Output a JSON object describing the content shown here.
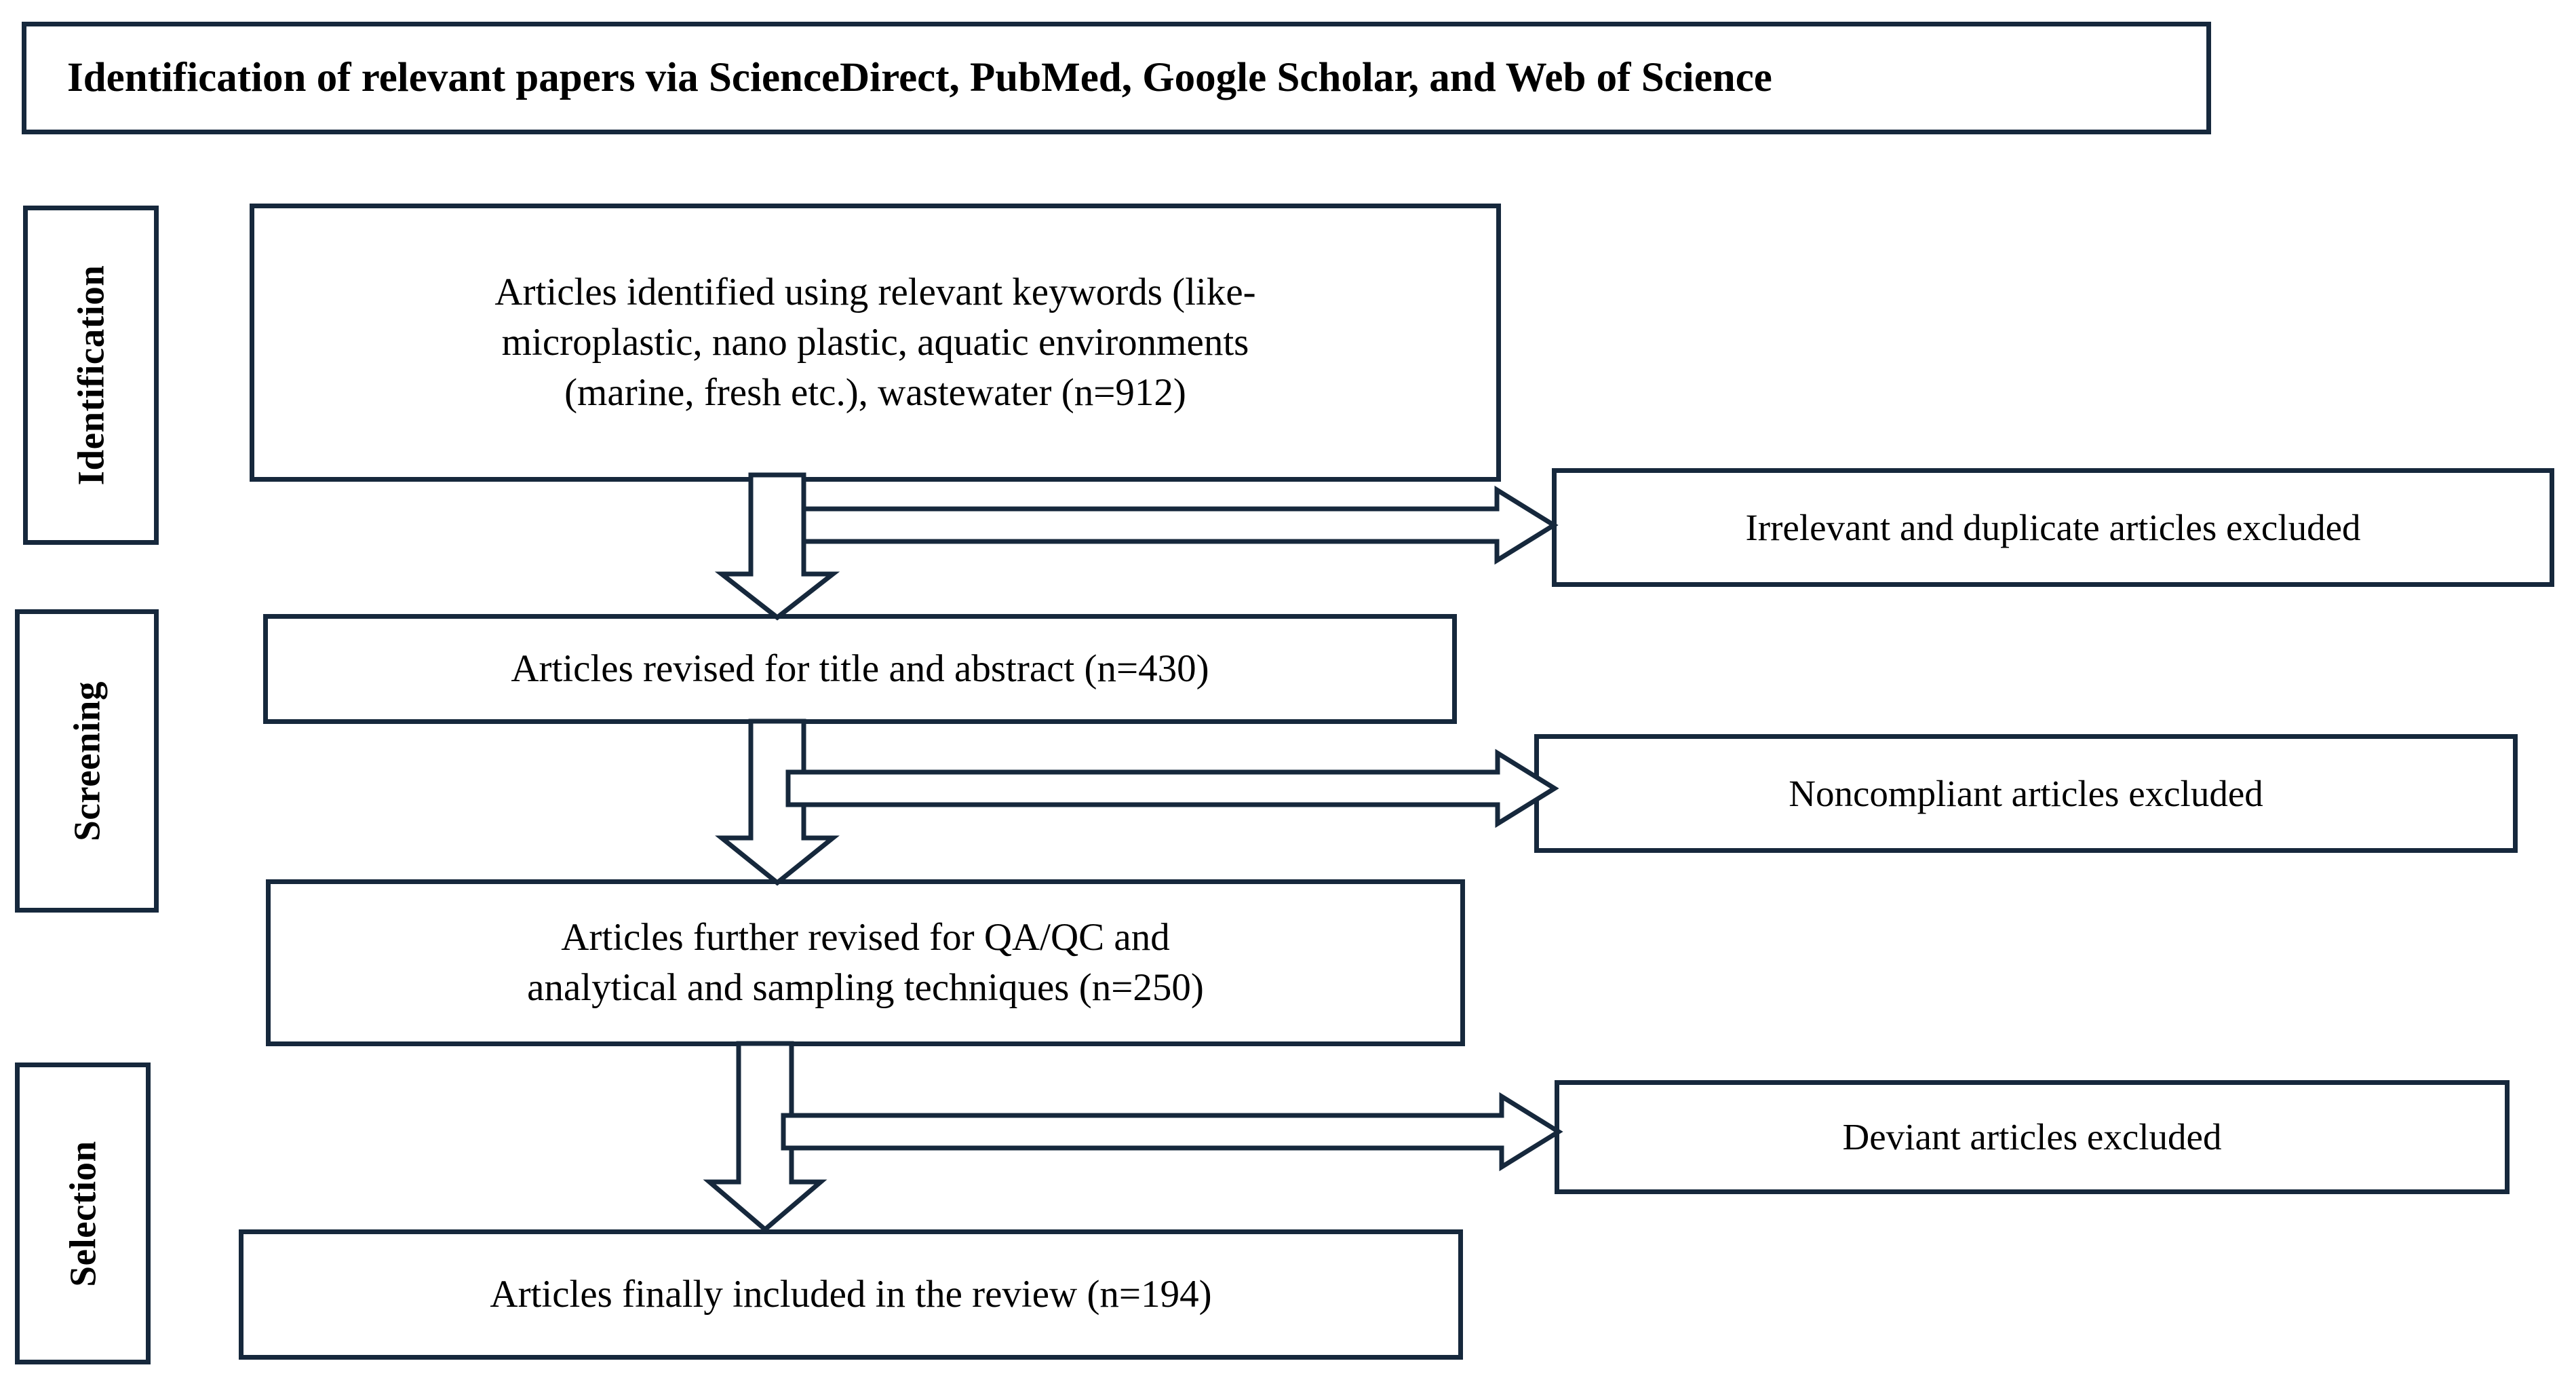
{
  "diagram": {
    "type": "prisma-flow-diagram",
    "title": "Identification of relevant papers via ScienceDirect, PubMed, Google Scholar, and Web of Science",
    "accent_color": "#16283c",
    "background_color": "#ffffff",
    "text_color": "#000000",
    "stage_labels": [
      {
        "id": "identification",
        "label": "Identification"
      },
      {
        "id": "screening",
        "label": "Screening"
      },
      {
        "id": "selection",
        "label": "Selection"
      }
    ],
    "flow_boxes": [
      {
        "id": "identified",
        "stage": "identification",
        "text": "Articles identified using relevant keywords (like-\nmicroplastic, nano plastic, aquatic environments\n(marine, fresh etc.), wastewater (n=912)",
        "count": 912
      },
      {
        "id": "title-abstract",
        "stage": "screening",
        "text": "Articles revised for title and abstract (n=430)",
        "count": 430
      },
      {
        "id": "qaqc",
        "stage": "screening",
        "text": "Articles further revised for QA/QC and\nanalytical and sampling techniques (n=250)",
        "count": 250
      },
      {
        "id": "final",
        "stage": "selection",
        "text": "Articles finally included in the review (n=194)",
        "count": 194
      }
    ],
    "exclusion_boxes": [
      {
        "id": "excl-1",
        "text": "Irrelevant and duplicate articles excluded"
      },
      {
        "id": "excl-2",
        "text": "Noncompliant articles excluded"
      },
      {
        "id": "excl-3",
        "text": "Deviant articles excluded"
      }
    ],
    "arrows": [
      {
        "id": "down-1",
        "direction": "down",
        "from": "identified",
        "to": "title-abstract"
      },
      {
        "id": "right-1",
        "direction": "right",
        "from": "identified",
        "to": "excl-1"
      },
      {
        "id": "down-2",
        "direction": "down",
        "from": "title-abstract",
        "to": "qaqc"
      },
      {
        "id": "right-2",
        "direction": "right",
        "from": "title-abstract",
        "to": "excl-2"
      },
      {
        "id": "down-3",
        "direction": "down",
        "from": "qaqc",
        "to": "final"
      },
      {
        "id": "right-3",
        "direction": "right",
        "from": "qaqc",
        "to": "excl-3"
      }
    ]
  }
}
